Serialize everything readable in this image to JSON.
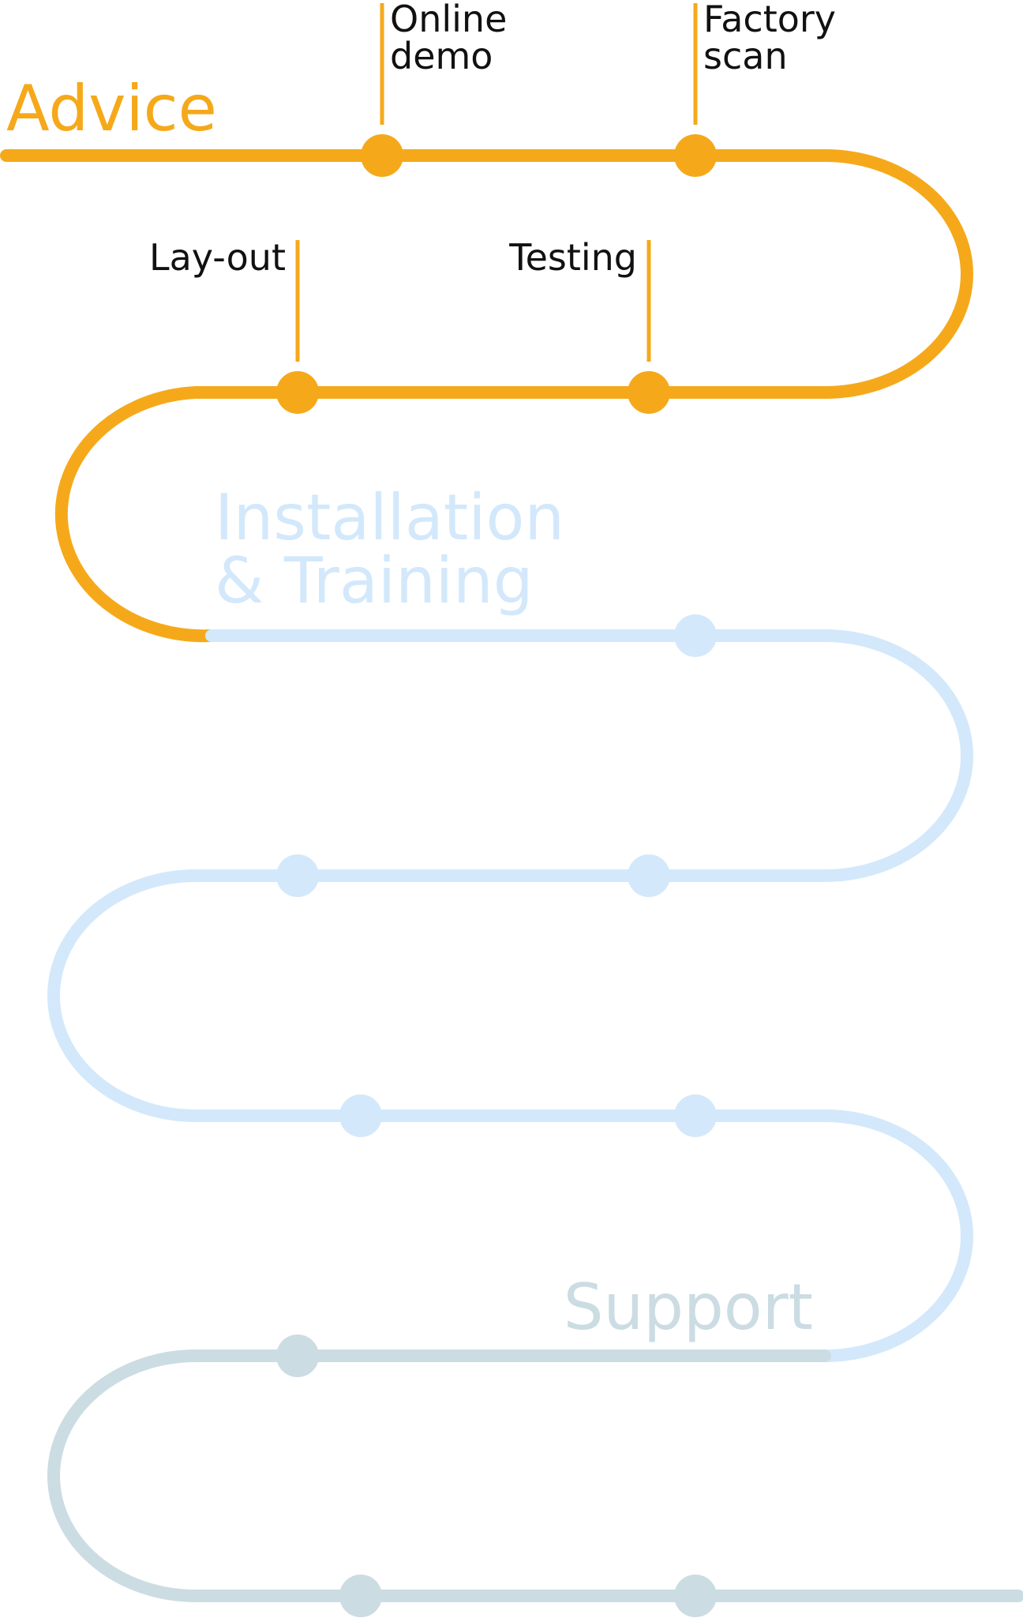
{
  "colors": {
    "advice": "#F5A91A",
    "installation": "#D3E8FB",
    "support": "#CBDCE3",
    "label_text": "#111111",
    "background": "#FFFFFF"
  },
  "phases": [
    {
      "id": "advice",
      "title_lines": [
        "Advice"
      ]
    },
    {
      "id": "installation",
      "title_lines": [
        "Installation",
        "& Training"
      ]
    },
    {
      "id": "support",
      "title_lines": [
        "Support"
      ]
    }
  ],
  "steps": [
    {
      "id": "online-demo",
      "phase": "advice",
      "label_lines": [
        "Online",
        "demo"
      ]
    },
    {
      "id": "factory-scan",
      "phase": "advice",
      "label_lines": [
        "Factory",
        "scan"
      ]
    },
    {
      "id": "lay-out",
      "phase": "advice",
      "label_lines": [
        "Lay-out"
      ]
    },
    {
      "id": "testing",
      "phase": "advice",
      "label_lines": [
        "Testing"
      ]
    },
    {
      "id": "installation-1",
      "phase": "installation",
      "label_lines": []
    },
    {
      "id": "installation-2",
      "phase": "installation",
      "label_lines": []
    },
    {
      "id": "installation-3",
      "phase": "installation",
      "label_lines": []
    },
    {
      "id": "installation-4",
      "phase": "installation",
      "label_lines": []
    },
    {
      "id": "installation-5",
      "phase": "installation",
      "label_lines": []
    },
    {
      "id": "support-1",
      "phase": "support",
      "label_lines": []
    },
    {
      "id": "support-2",
      "phase": "support",
      "label_lines": []
    },
    {
      "id": "support-3",
      "phase": "support",
      "label_lines": []
    }
  ]
}
